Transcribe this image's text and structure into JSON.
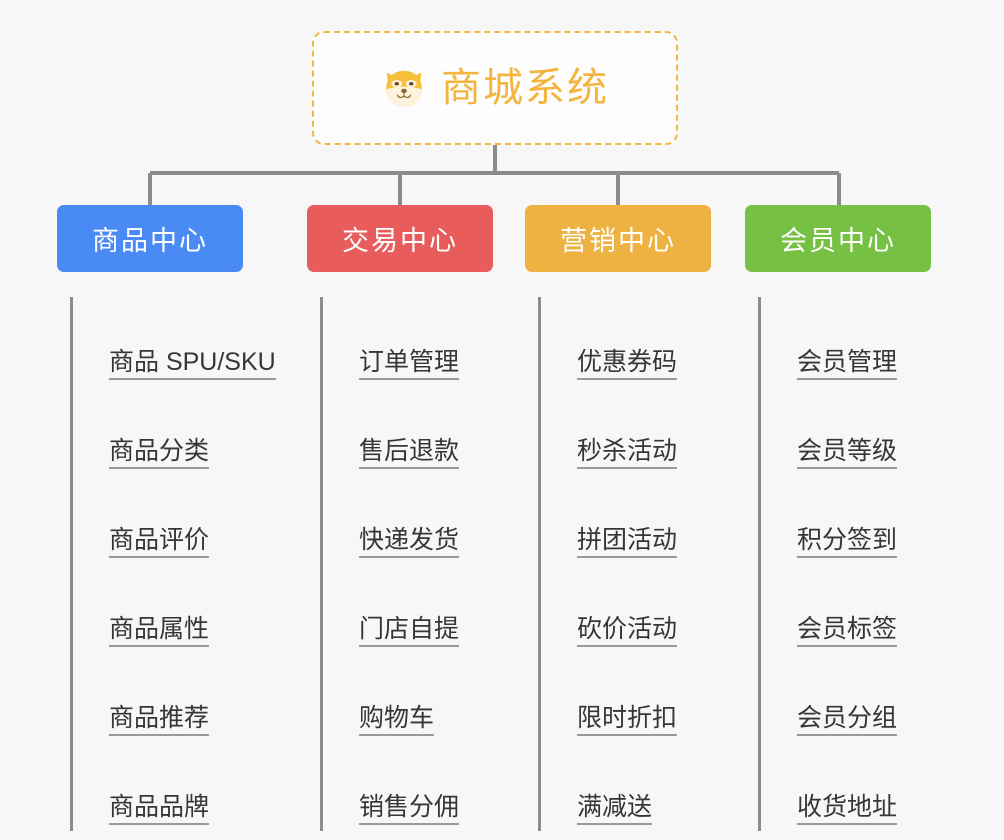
{
  "diagram": {
    "type": "org-chart",
    "title": "商城系统",
    "background_color": "#f7f7f7",
    "root": {
      "label": "商城系统",
      "icon": "dog-face-icon",
      "text_color": "#f3b53f",
      "border_color": "#f0b840",
      "fill_color": "#fdfdfd"
    },
    "connector_color": "#8c8c8c",
    "columns": [
      {
        "header": "商品中心",
        "color": "#4a8af4",
        "items": [
          "商品 SPU/SKU",
          "商品分类",
          "商品评价",
          "商品属性",
          "商品推荐",
          "商品品牌"
        ]
      },
      {
        "header": "交易中心",
        "color": "#e95c5c",
        "items": [
          "订单管理",
          "售后退款",
          "快递发货",
          "门店自提",
          "购物车",
          "销售分佣"
        ]
      },
      {
        "header": "营销中心",
        "color": "#eeb243",
        "items": [
          "优惠券码",
          "秒杀活动",
          "拼团活动",
          "砍价活动",
          "限时折扣",
          "满减送"
        ]
      },
      {
        "header": "会员中心",
        "color": "#76c044",
        "items": [
          "会员管理",
          "会员等级",
          "积分签到",
          "会员标签",
          "会员分组",
          "收货地址"
        ]
      }
    ]
  }
}
